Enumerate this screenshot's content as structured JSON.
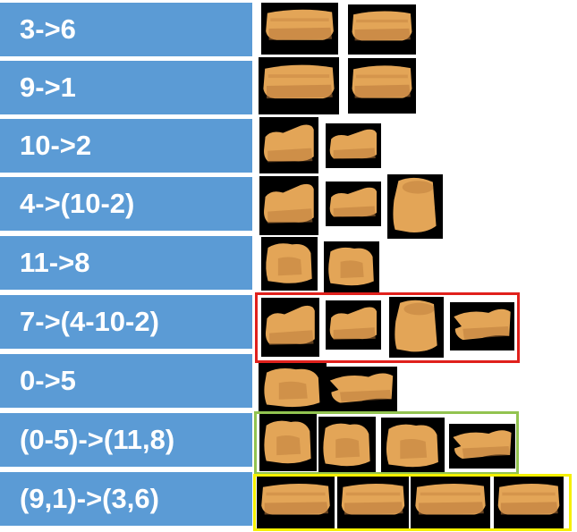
{
  "rows": [
    {
      "label": "3->6"
    },
    {
      "label": "9->1"
    },
    {
      "label": "10->2"
    },
    {
      "label": "4->(10-2)"
    },
    {
      "label": "11->8"
    },
    {
      "label": "7->(4-10-2)"
    },
    {
      "label": "0->5"
    },
    {
      "label": "(0-5)->(11,8)"
    },
    {
      "label": "(9,1)->(3,6)"
    }
  ],
  "colors": {
    "label_bg": "#5b9bd5",
    "label_text": "#ffffff",
    "thumb_bg": "#000000",
    "sofa": "#e3a557",
    "sofa_shade": "#b9793a",
    "highlight_red": "#e0201c",
    "highlight_green": "#92c350",
    "highlight_yellow": "#f5f000"
  }
}
